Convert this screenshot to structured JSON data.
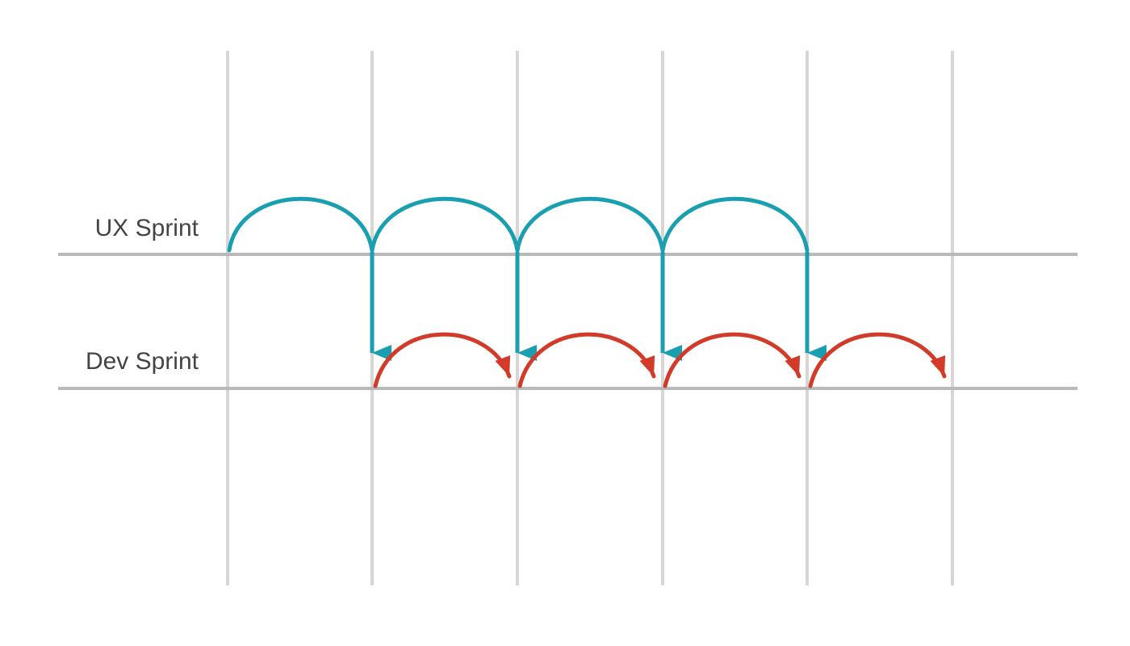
{
  "tracks": [
    {
      "label": "UX Sprint"
    },
    {
      "label": "Dev Sprint"
    }
  ],
  "colors": {
    "grid": "#d6d6d6",
    "baseline": "#b9b9b9",
    "ux_sprint": "#1a9fb1",
    "dev_sprint": "#d23a2a",
    "label_text": "#444444"
  },
  "flow": {
    "ux_sprint_count": 4,
    "dev_sprint_count": 4,
    "handoffs": 4
  }
}
